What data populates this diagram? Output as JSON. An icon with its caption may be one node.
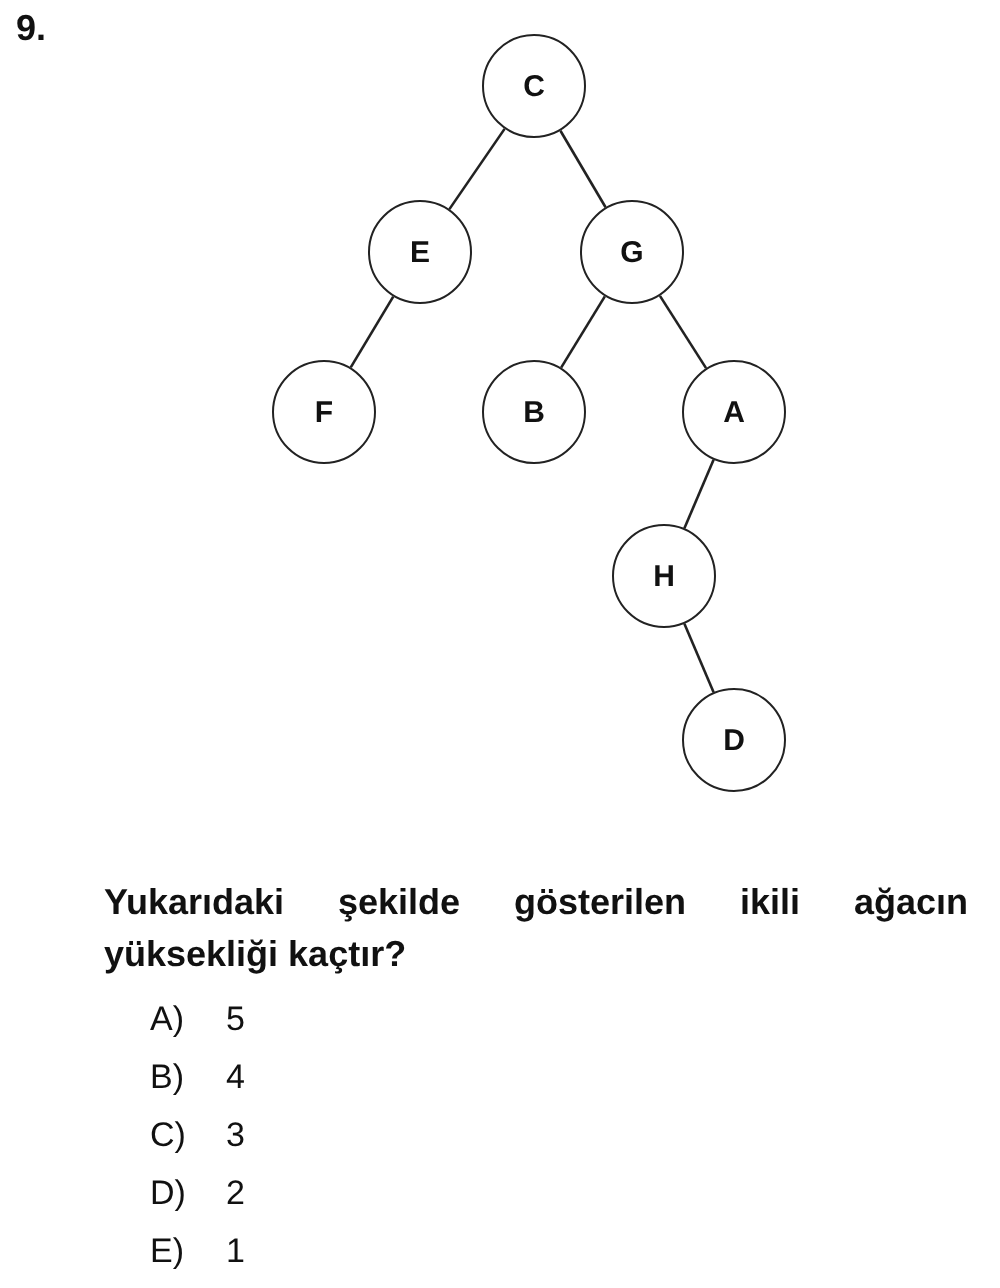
{
  "diagram": {
    "nodes": [
      {
        "text": [
          "C"
        ]
      },
      {
        "text": [
          "E"
        ]
      },
      {
        "text": [
          "G"
        ]
      },
      {
        "text": [
          "F"
        ]
      },
      {
        "text": [
          "B"
        ]
      },
      {
        "text": [
          "A"
        ]
      },
      {
        "text": [
          "H"
        ]
      },
      {
        "text": [
          "D"
        ]
      }
    ],
    "edges": [
      {
        "from": 0,
        "to": 1,
        "arrow": "none"
      },
      {
        "from": 0,
        "to": 2,
        "arrow": "none"
      },
      {
        "from": 1,
        "to": 3,
        "arrow": "none"
      },
      {
        "from": 2,
        "to": 4,
        "arrow": "none"
      },
      {
        "from": 2,
        "to": 5,
        "arrow": "none"
      },
      {
        "from": 5,
        "to": 6,
        "arrow": "none"
      },
      {
        "from": 6,
        "to": 7,
        "arrow": "none"
      }
    ],
    "labels": [
      "9.",
      "Yukarıdaki şekilde gösterilen ikili ağacın yüksekliği kaçtır?",
      "A)",
      "5",
      "B)",
      "4",
      "C)",
      "3",
      "D)",
      "2",
      "E)",
      "1"
    ]
  }
}
